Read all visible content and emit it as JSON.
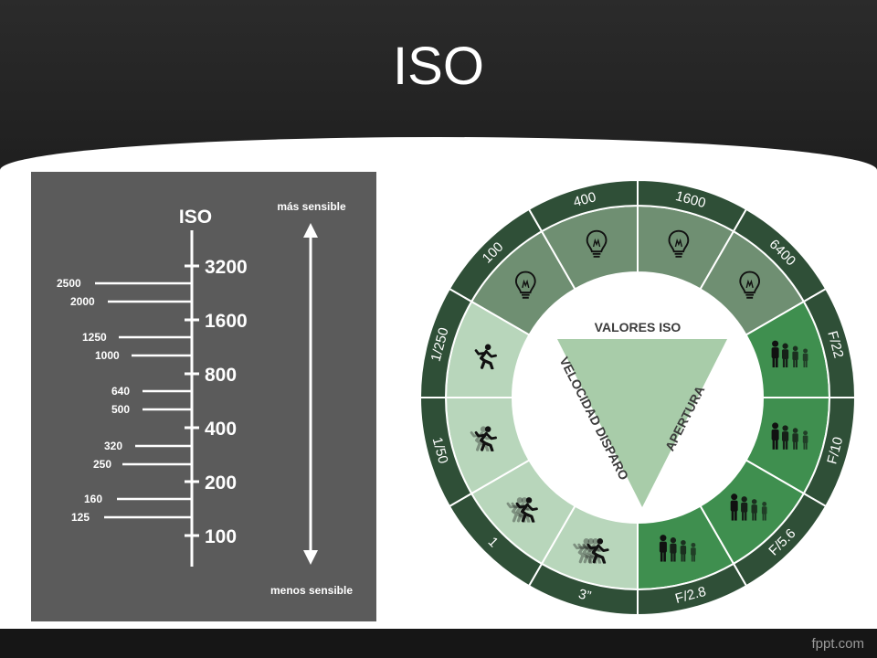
{
  "slide": {
    "title": "ISO",
    "brand": "fppt.com"
  },
  "iso_scale": {
    "heading": "ISO",
    "top_label": "más sensible",
    "bottom_label": "menos sensible",
    "major_stops": [
      "3200",
      "1600",
      "800",
      "400",
      "200",
      "100"
    ],
    "minor_stops": [
      "2500",
      "2000",
      "1250",
      "1000",
      "640",
      "500",
      "320",
      "250",
      "160",
      "125"
    ]
  },
  "exposure_wheel": {
    "center_top": "VALORES ISO",
    "center_left": "VELOCIDAD DISPARO",
    "center_right": "APERTURA",
    "iso_values": [
      "100",
      "400",
      "1600",
      "6400"
    ],
    "aperture_values": [
      "F/22",
      "F/10",
      "F/5.6",
      "F/2.8"
    ],
    "shutter_values": [
      "3”",
      "1",
      "1/50",
      "1/250"
    ],
    "icons": {
      "iso": "lightbulb-icon",
      "aperture": "people-group-icon",
      "shutter": "running-person-icon"
    },
    "colors": {
      "ring": "#2f4f37",
      "iso_segment": "#6f8f72",
      "aperture_segment": "#3f8f4f",
      "shutter_segment": "#b8d6bb",
      "triangle": "#a8cca9"
    }
  }
}
